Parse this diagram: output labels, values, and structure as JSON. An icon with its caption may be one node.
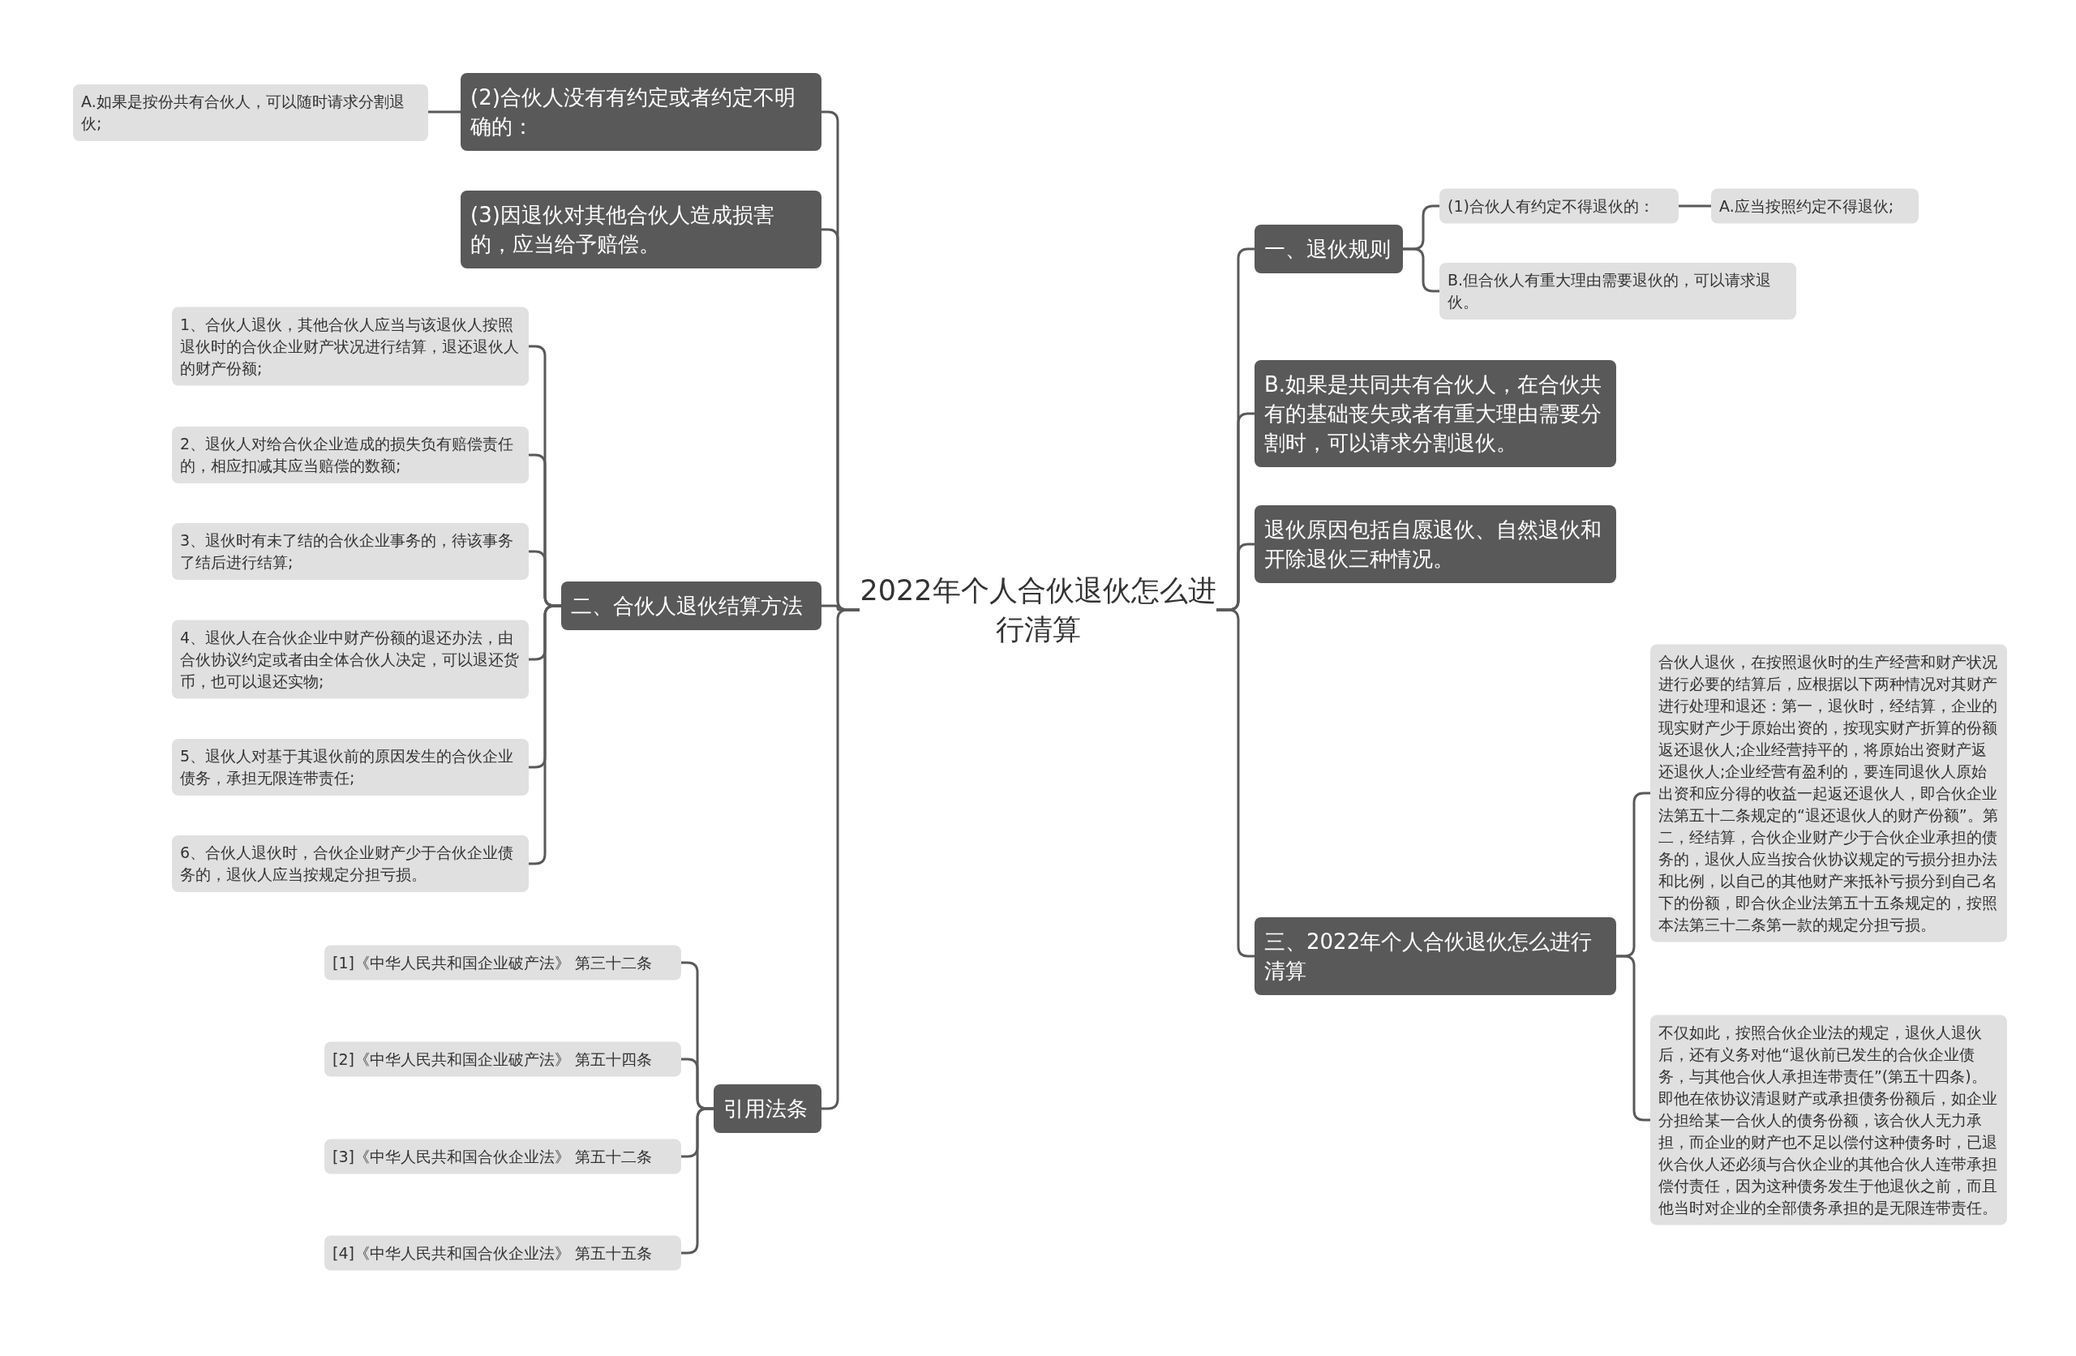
{
  "diagram": {
    "nodes": [
      {
        "text": [
          "2022年个人合伙退伙怎么进行清算"
        ]
      },
      {
        "text": [
          "(2)合伙人没有有约定或者约定不明确的："
        ]
      },
      {
        "text": [
          "A.如果是按份共有合伙人，可以随时请求分割退伙;"
        ]
      },
      {
        "text": [
          "(3)因退伙对其他合伙人造成损害的，应当给予赔偿。"
        ]
      },
      {
        "text": [
          "二、合伙人退伙结算方法"
        ]
      },
      {
        "text": [
          "1、合伙人退伙，其他合伙人应当与该退伙人按照退伙时的合伙企业财产状况进行结算，退还退伙人的财产份额;"
        ]
      },
      {
        "text": [
          "2、退伙人对给合伙企业造成的损失负有赔偿责任的，相应扣减其应当赔偿的数额;"
        ]
      },
      {
        "text": [
          "3、退伙时有未了结的合伙企业事务的，待该事务了结后进行结算;"
        ]
      },
      {
        "text": [
          "4、退伙人在合伙企业中财产份额的退还办法，由合伙协议约定或者由全体合伙人决定，可以退还货币，也可以退还实物;"
        ]
      },
      {
        "text": [
          "5、退伙人对基于其退伙前的原因发生的合伙企业债务，承担无限连带责任;"
        ]
      },
      {
        "text": [
          "6、合伙人退伙时，合伙企业财产少于合伙企业债务的，退伙人应当按规定分担亏损。"
        ]
      },
      {
        "text": [
          "引用法条"
        ]
      },
      {
        "text": [
          "[1]《中华人民共和国企业破产法》 第三十二条"
        ]
      },
      {
        "text": [
          "[2]《中华人民共和国企业破产法》 第五十四条"
        ]
      },
      {
        "text": [
          "[3]《中华人民共和国合伙企业法》 第五十二条"
        ]
      },
      {
        "text": [
          "[4]《中华人民共和国合伙企业法》 第五十五条"
        ]
      },
      {
        "text": [
          "一、退伙规则"
        ]
      },
      {
        "text": [
          "(1)合伙人有约定不得退伙的："
        ]
      },
      {
        "text": [
          "A.应当按照约定不得退伙;"
        ]
      },
      {
        "text": [
          "B.但合伙人有重大理由需要退伙的，可以请求退伙。"
        ]
      },
      {
        "text": [
          "B.如果是共同共有合伙人，在合伙共有的基础丧失或者有重大理由需要分割时，可以请求分割退伙。"
        ]
      },
      {
        "text": [
          "退伙原因包括自愿退伙、自然退伙和开除退伙三种情况。"
        ]
      },
      {
        "text": [
          "三、2022年个人合伙退伙怎么进行清算"
        ]
      },
      {
        "text": [
          "合伙人退伙，在按照退伙时的生产经营和财产状况进行必要的结算后，应根据以下两种情况对其财产进行处理和退还：第一，退伙时，经结算，企业的现实财产少于原始出资的，按现实财产折算的份额返还退伙人;企业经营持平的，将原始出资财产返还退伙人;企业经营有盈利的，要连同退伙人原始出资和应分得的收益一起返还退伙人，即合伙企业法第五十二条规定的“退还退伙人的财产份额”。第二，经结算，合伙企业财产少于合伙企业承担的债务的，退伙人应当按合伙协议规定的亏损分担办法和比例，以自己的其他财产来抵补亏损分到自己名下的份额，即合伙企业法第五十五条规定的，按照本法第三十二条第一款的规定分担亏损。"
        ]
      },
      {
        "text": [
          "不仅如此，按照合伙企业法的规定，退伙人退伙后，还有义务对他“退伙前已发生的合伙企业债务，与其他合伙人承担连带责任”(第五十四条)。即他在依协议清退财产或承担债务份额后，如企业分担给某一合伙人的债务份额，该合伙人无力承担，而企业的财产也不足以偿付这种债务时，已退伙合伙人还必须与合伙企业的其他合伙人连带承担偿付责任，因为这种债务发生于他退伙之前，而且他当时对企业的全部债务承担的是无限连带责任。"
        ]
      }
    ],
    "edges": [
      {
        "from": 0,
        "to": 1,
        "arrow": "none"
      },
      {
        "from": 1,
        "to": 2,
        "arrow": "none"
      },
      {
        "from": 0,
        "to": 3,
        "arrow": "none"
      },
      {
        "from": 0,
        "to": 4,
        "arrow": "none"
      },
      {
        "from": 4,
        "to": 5,
        "arrow": "none"
      },
      {
        "from": 4,
        "to": 6,
        "arrow": "none"
      },
      {
        "from": 4,
        "to": 7,
        "arrow": "none"
      },
      {
        "from": 4,
        "to": 8,
        "arrow": "none"
      },
      {
        "from": 4,
        "to": 9,
        "arrow": "none"
      },
      {
        "from": 4,
        "to": 10,
        "arrow": "none"
      },
      {
        "from": 0,
        "to": 11,
        "arrow": "none"
      },
      {
        "from": 11,
        "to": 12,
        "arrow": "none"
      },
      {
        "from": 11,
        "to": 13,
        "arrow": "none"
      },
      {
        "from": 11,
        "to": 14,
        "arrow": "none"
      },
      {
        "from": 11,
        "to": 15,
        "arrow": "none"
      },
      {
        "from": 0,
        "to": 16,
        "arrow": "none"
      },
      {
        "from": 16,
        "to": 17,
        "arrow": "none"
      },
      {
        "from": 17,
        "to": 18,
        "arrow": "none"
      },
      {
        "from": 16,
        "to": 19,
        "arrow": "none"
      },
      {
        "from": 0,
        "to": 20,
        "arrow": "none"
      },
      {
        "from": 0,
        "to": 21,
        "arrow": "none"
      },
      {
        "from": 0,
        "to": 22,
        "arrow": "none"
      },
      {
        "from": 22,
        "to": 23,
        "arrow": "none"
      },
      {
        "from": 22,
        "to": 24,
        "arrow": "none"
      }
    ]
  }
}
